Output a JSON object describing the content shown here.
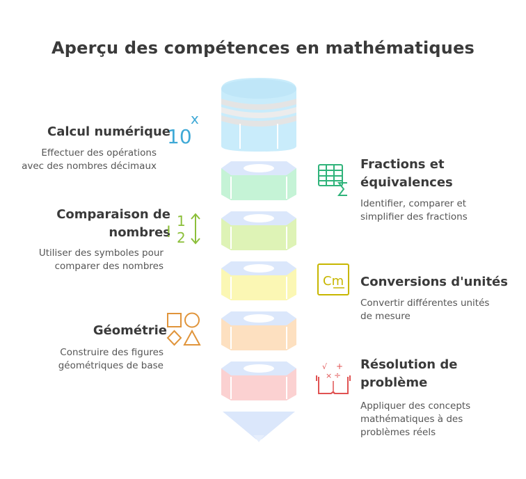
{
  "title": "Aperçu des compétences en mathématiques",
  "colors": {
    "blue": "#c9ecfb",
    "green": "#c5f3d6",
    "lime": "#def3b6",
    "yellow": "#fbf7b4",
    "peach": "#fde0c0",
    "pink": "#fbd1d1",
    "icon_blue": "#3fa9d6",
    "icon_green": "#2fb37a",
    "icon_lime": "#8cbf3a",
    "icon_yellow": "#c7b600",
    "icon_orange": "#e0943a",
    "icon_red": "#e05252"
  },
  "items": [
    {
      "label": "Calcul numérique",
      "desc_lines": [
        "Effectuer des opérations",
        "avec des nombres décimaux"
      ],
      "icon": "ten-power-x-icon",
      "icon_text_base": "10",
      "icon_text_exp": "x"
    },
    {
      "label_lines": [
        "Fractions et",
        "équivalences"
      ],
      "desc_lines": [
        "Identifier, comparer et",
        "simplifier des fractions"
      ],
      "icon": "table-sum-icon"
    },
    {
      "label_lines": [
        "Comparaison de",
        "nombres"
      ],
      "desc_lines": [
        "Utiliser des symboles pour",
        "comparer des nombres"
      ],
      "icon": "compare-numbers-icon",
      "icon_text_top": "1",
      "icon_text_bottom": "2",
      "icon_text_mark": "!"
    },
    {
      "label": "Conversions d'unités",
      "desc_lines": [
        "Convertir différentes unités",
        "de mesure"
      ],
      "icon": "unit-cm-icon",
      "icon_text": "Cm"
    },
    {
      "label": "Géométrie",
      "desc_lines": [
        "Construire des figures",
        "géométriques de base"
      ],
      "icon": "geometry-shapes-icon"
    },
    {
      "label_lines": [
        "Résolution de",
        "problème"
      ],
      "desc_lines": [
        "Appliquer des concepts",
        "mathématiques à des",
        "problèmes réels"
      ],
      "icon": "math-book-icon"
    }
  ]
}
